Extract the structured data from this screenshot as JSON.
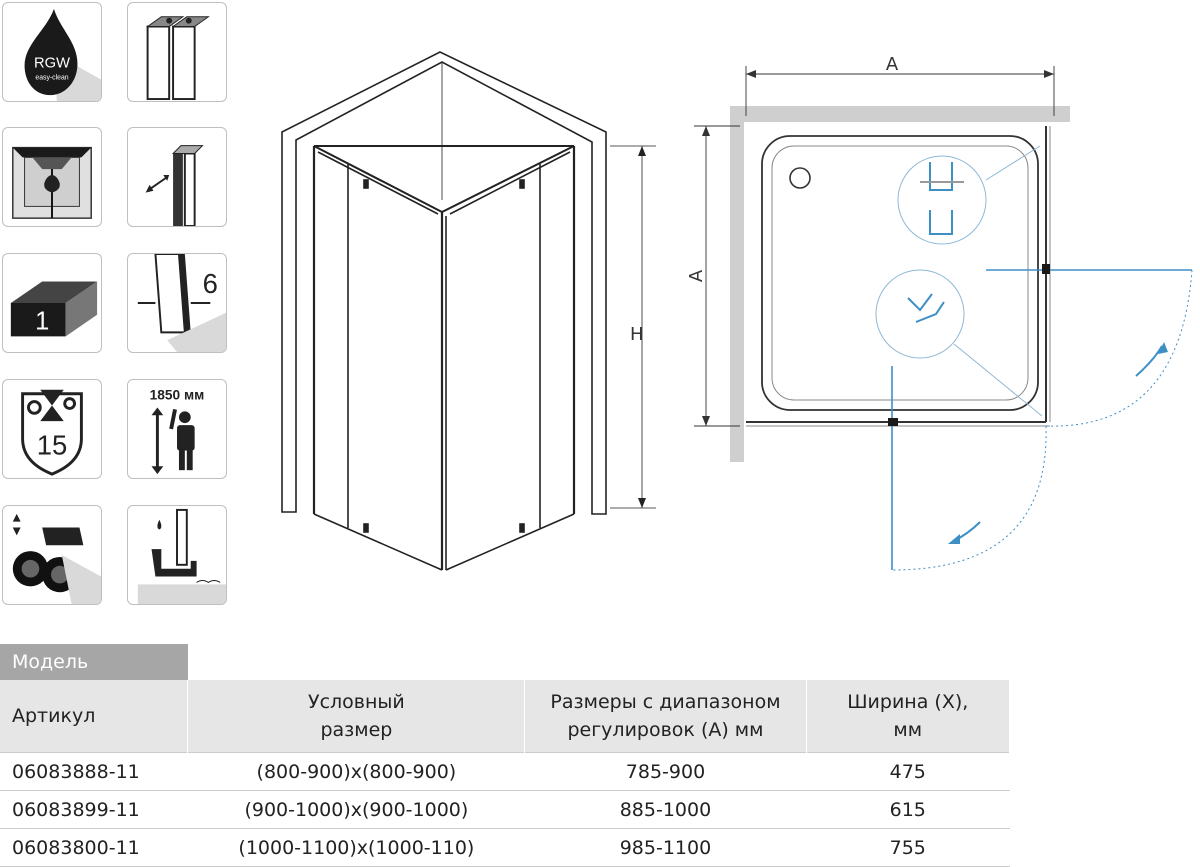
{
  "icons": {
    "rgw": {
      "title": "RGW",
      "subtitle": "easy-clean"
    },
    "pack_count": "1",
    "glass_thickness": "6",
    "warranty_years": "15",
    "height": "1850 мм"
  },
  "drawing": {
    "height_label": "H",
    "plan_width_label": "A",
    "plan_depth_label": "A"
  },
  "table": {
    "model_label": "Модель",
    "headers": {
      "article": "Артикул",
      "nominal_size_line1": "Условный",
      "nominal_size_line2": "размер",
      "range_line1": "Размеры с диапазоном",
      "range_line2": "регулировок (А) мм",
      "width_line1": "Ширина (Х),",
      "width_line2": "мм"
    },
    "rows": [
      {
        "article": "06083888-11",
        "nominal": "(800-900)х(800-900)",
        "range": "785-900",
        "width": "475"
      },
      {
        "article": "06083899-11",
        "nominal": "(900-1000)х(900-1000)",
        "range": "885-1000",
        "width": "615"
      },
      {
        "article": "06083800-11",
        "nominal": "(1000-1100)х(1000-110)",
        "range": "985-1100",
        "width": "755"
      }
    ]
  },
  "colors": {
    "accent_blue": "#3d8fc6",
    "dark": "#222222",
    "gray": "#a6a6a6"
  }
}
